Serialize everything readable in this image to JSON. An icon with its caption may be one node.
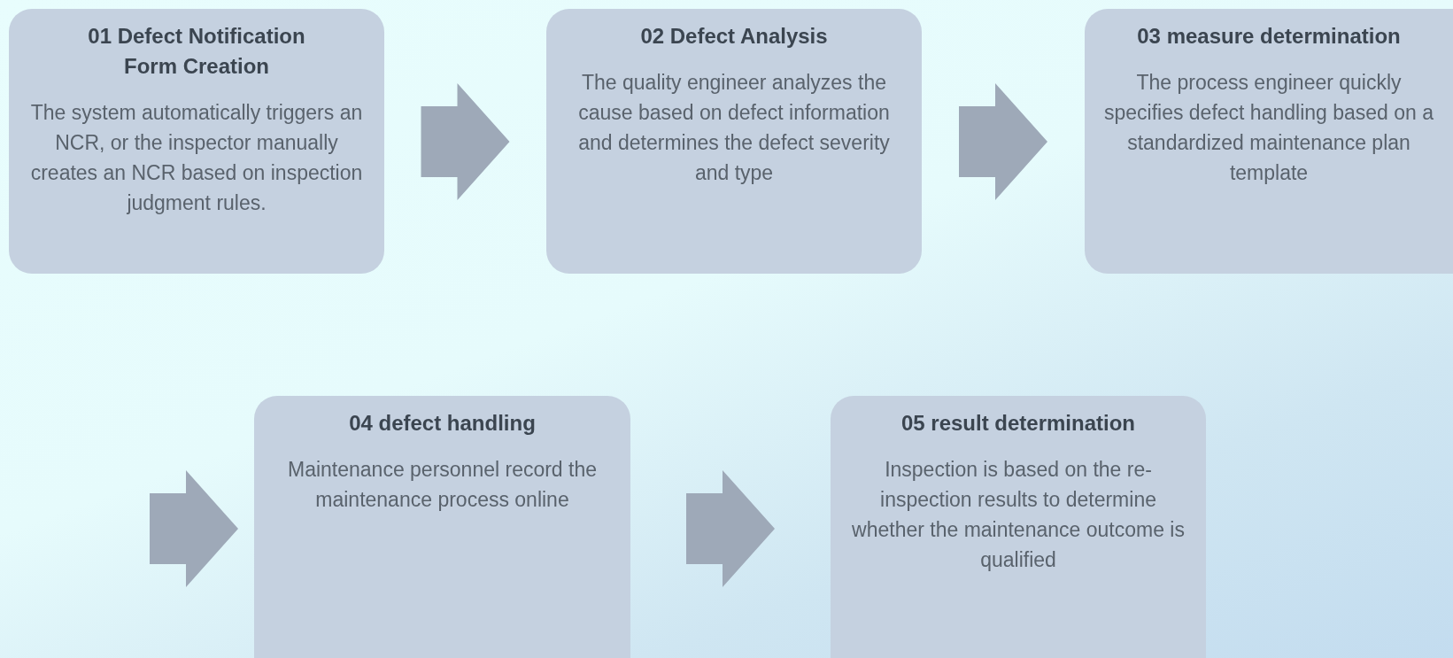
{
  "diagram": {
    "nodes": [
      {
        "text": [
          "01 Defect Notification Form Creation",
          "The system automatically triggers an NCR, or the inspector manually creates an NCR based on inspection judgment rules."
        ]
      },
      {
        "text": [
          "02 Defect Analysis",
          "The quality engineer analyzes the cause based on defect information and determines the defect severity and type"
        ]
      },
      {
        "text": [
          "03 measure determination",
          "The process engineer quickly specifies defect handling based on a standardized maintenance plan template"
        ]
      },
      {
        "text": [
          "04 defect handling",
          "Maintenance personnel record the maintenance process online"
        ]
      },
      {
        "text": [
          "05 result determination",
          "Inspection is based on the re-inspection results to determine whether the maintenance outcome is qualified"
        ]
      }
    ],
    "edges": [
      {
        "from": 0,
        "to": 1,
        "arrow": "to"
      },
      {
        "from": 1,
        "to": 2,
        "arrow": "to"
      },
      {
        "from": null,
        "to": 3,
        "arrow": "to"
      },
      {
        "from": 3,
        "to": 4,
        "arrow": "to"
      }
    ]
  }
}
